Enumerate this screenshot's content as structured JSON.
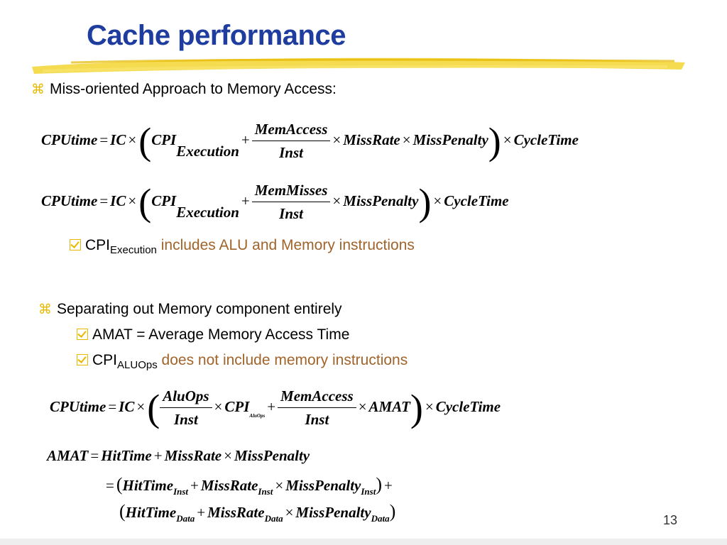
{
  "slide": {
    "title": "Cache performance",
    "page_number": "13",
    "accent_color": "#e8b800",
    "title_color": "#1f3d9e",
    "sub_text_color": "#a0642a"
  },
  "bullets": [
    {
      "icon": "command-bullet-icon",
      "text": "Miss-oriented Approach to Memory Access:"
    },
    {
      "icon": "command-bullet-icon",
      "text": "Separating out Memory component entirely"
    }
  ],
  "subbullets": [
    {
      "icon": "checkbox-bullet-icon",
      "prefix": "CPI",
      "sub": "Execution",
      "text": " includes ALU and Memory instructions"
    },
    {
      "icon": "checkbox-bullet-icon",
      "text": "AMAT = Average Memory Access Time"
    },
    {
      "icon": "checkbox-bullet-icon",
      "prefix": "CPI",
      "sub": "ALUOps",
      "text": " does not include memory instructions"
    }
  ],
  "equations": {
    "cpu_time": "CPUtime",
    "ic": "IC",
    "cpi": "CPI",
    "execution": "Execution",
    "mem_access": "MemAccess",
    "mem_misses": "MemMisses",
    "inst": "Inst",
    "miss_rate": "MissRate",
    "miss_penalty": "MissPenalty",
    "cycle_time": "CycleTime",
    "alu_ops": "AluOps",
    "amat": "AMAT",
    "hit_time": "HitTime",
    "data": "Data",
    "times": "×",
    "equals": "=",
    "plus": "+",
    "lparen": "(",
    "rparen": ")"
  }
}
